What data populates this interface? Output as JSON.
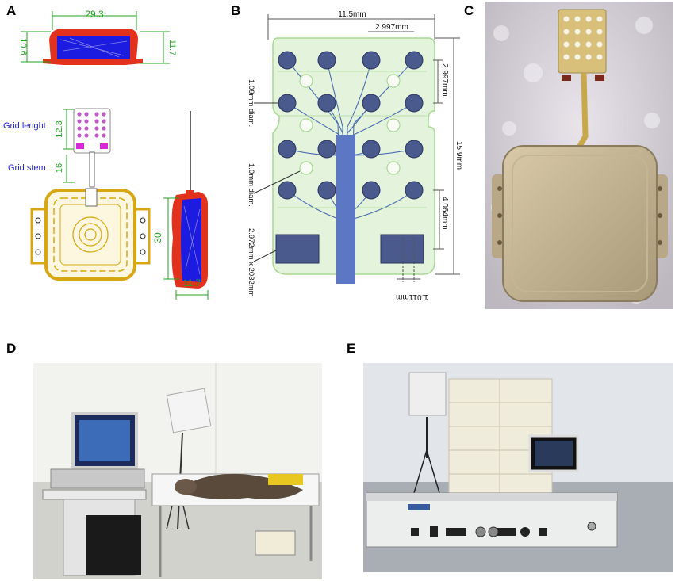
{
  "panels": {
    "a": {
      "letter": "A",
      "dim_width_top": "29.3",
      "dim_height_left": "10.6",
      "dim_height_right": "11.7",
      "label_grid_length": "Grid lenght",
      "label_grid_stem": "Grid stem",
      "dim_grid_length": "12.3",
      "dim_grid_stem": "16",
      "dim_side_height": "30",
      "dim_side_width": "11.7"
    },
    "b": {
      "letter": "B",
      "dim_total_width": "11.5mm",
      "dim_pitch_h": "2.997mm",
      "dim_pitch_v": "2.997mm",
      "dim_total_height": "15.9mm",
      "dim_lower": "4.064mm",
      "dim_gap": "1.011mm",
      "label_large_pad": "1.09mm diam.",
      "label_small_pad": "1.0mm diam.",
      "label_rect_pad": "2.972mm x 2032mm"
    },
    "c": {
      "letter": "C"
    },
    "d": {
      "letter": "D"
    },
    "e": {
      "letter": "E"
    }
  },
  "colors": {
    "dim_green": "#22a322",
    "label_blue": "#2222cc",
    "pcb_green": "#e4f4dc",
    "pcb_outline": "#a6d890",
    "pad_fill": "#4a5a8c",
    "trace": "#4a6cb0",
    "housing_red": "#e2311d",
    "housing_yellow": "#d8a814"
  }
}
